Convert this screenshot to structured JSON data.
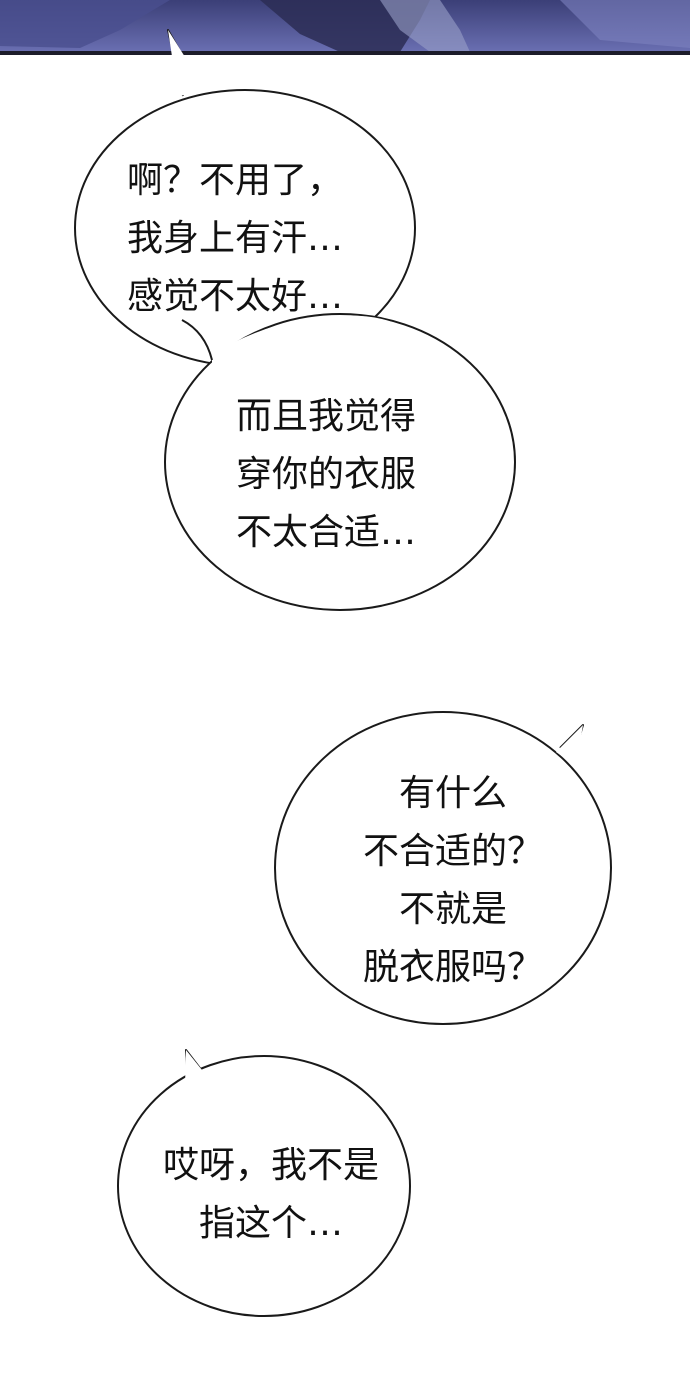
{
  "colors": {
    "panel_top": "#3b3f77",
    "panel_bottom": "#6a6fb2",
    "panel_border": "#1c1c2a",
    "bubble_fill": "#ffffff",
    "bubble_stroke": "#1a1a1a",
    "text": "#111111"
  },
  "bubbles": [
    {
      "lines": [
        "啊？不用了，",
        "我身上有汗…",
        "感觉不太好…"
      ]
    },
    {
      "lines": [
        "而且我觉得",
        "穿你的衣服",
        "不太合适…"
      ]
    },
    {
      "lines": [
        "有什么",
        "不合适的？",
        "不就是",
        "脱衣服吗？"
      ]
    },
    {
      "lines": [
        "哎呀，我不是",
        "指这个…"
      ]
    }
  ]
}
